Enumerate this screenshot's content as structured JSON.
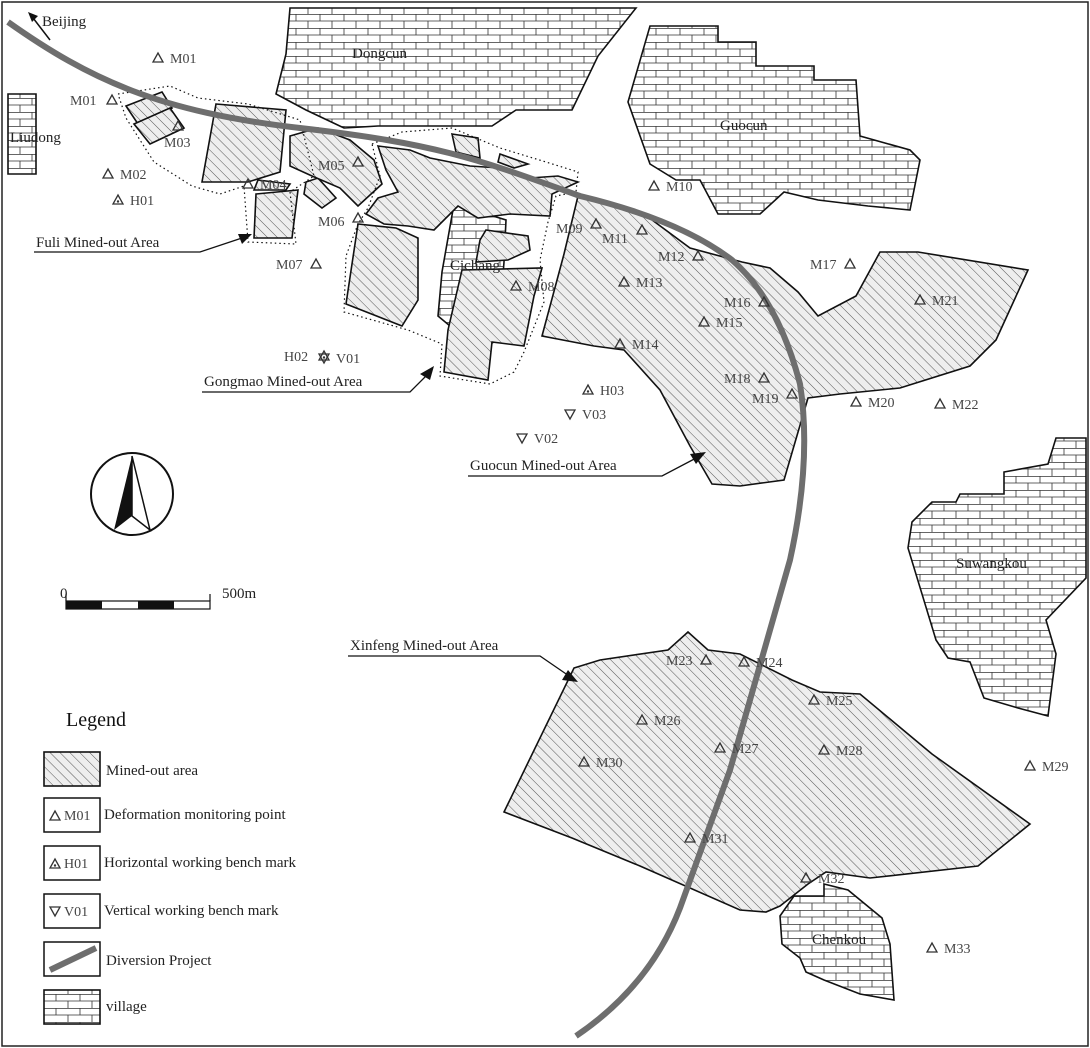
{
  "north_arrow": "north-arrow-icon",
  "scale_bar": {
    "start_label": "0",
    "end_label": "500m"
  },
  "direction": {
    "label": "Beijing",
    "icon": "arrow-up-left-icon"
  },
  "villages": [
    "Dongcun",
    "Liudong",
    "Guocun",
    "Cichang",
    "Suwangkou",
    "Chenkou"
  ],
  "mined_out_areas": [
    "Fuli Mined-out Area",
    "Gongmao Mined-out Area",
    "Guocun Mined-out Area",
    "Xinfeng Mined-out Area"
  ],
  "deformation_points": [
    "M01",
    "M01",
    "M02",
    "M03",
    "M04",
    "M05",
    "M06",
    "M07",
    "M08",
    "M09",
    "M10",
    "M11",
    "M12",
    "M13",
    "M14",
    "M15",
    "M16",
    "M17",
    "M18",
    "M19",
    "M20",
    "M21",
    "M22",
    "M23",
    "M24",
    "M25",
    "M26",
    "M27",
    "M28",
    "M29",
    "M30",
    "M31",
    "M32",
    "M33"
  ],
  "horizontal_bench_marks": [
    "H01",
    "H02",
    "H03"
  ],
  "vertical_bench_marks": [
    "V01",
    "V02",
    "V03"
  ],
  "legend": {
    "title": "Legend",
    "items": [
      {
        "label": "Mined-out area",
        "icon": "hatch-swatch"
      },
      {
        "label": "Deformation monitoring point",
        "symbol_text": "M01",
        "icon": "triangle-icon"
      },
      {
        "label": "Horizontal working bench mark",
        "symbol_text": "H01",
        "icon": "triangle-dot-icon"
      },
      {
        "label": "Vertical working bench mark",
        "symbol_text": "V01",
        "icon": "inverted-triangle-icon"
      },
      {
        "label": "Diversion Project",
        "icon": "thick-line-swatch"
      },
      {
        "label": "village",
        "icon": "brick-swatch"
      }
    ]
  },
  "colors": {
    "diversion": "#6e6e6e",
    "outline": "#111111",
    "hatch": "#555555",
    "fill": "#eeeeee"
  }
}
